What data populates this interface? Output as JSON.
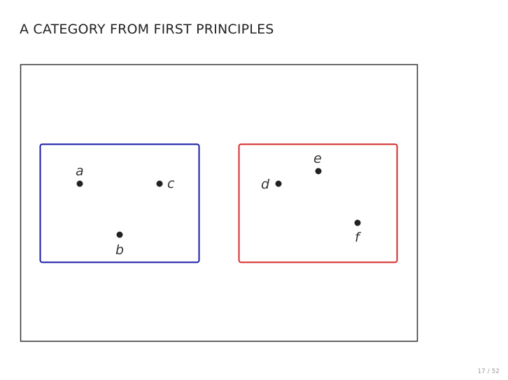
{
  "title": "A CATEGORY FROM FIRST PRINCIPLES",
  "page_number": "17 / 52",
  "colors": {
    "frame": "#333333",
    "blue_group": "#1a1aa6",
    "red_group": "#d42a2a",
    "point": "#222222"
  },
  "groups": [
    {
      "name": "blue",
      "points": [
        {
          "label": "a"
        },
        {
          "label": "b"
        },
        {
          "label": "c"
        }
      ]
    },
    {
      "name": "red",
      "points": [
        {
          "label": "d"
        },
        {
          "label": "e"
        },
        {
          "label": "f"
        }
      ]
    }
  ]
}
